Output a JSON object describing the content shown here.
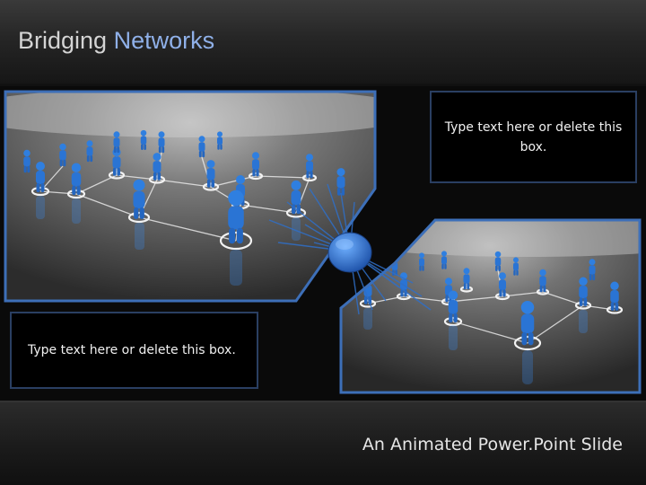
{
  "slide": {
    "title_part1": "Bridging ",
    "title_part2": "Networks",
    "text_box_top": "Type text here or delete this box.",
    "text_box_bottom": "Type text here or delete this box.",
    "footer": "An Animated Power.Point Slide"
  },
  "colors": {
    "title_text": "#d4d4d4",
    "title_accent": "#8fb0e8",
    "frame_border": "#3d6fb8",
    "figure_blue": "#2f7fe0",
    "background": "#050505"
  },
  "icons": {
    "hub": "blue-hub-ellipse",
    "people": "blue-person-figure-icon"
  }
}
